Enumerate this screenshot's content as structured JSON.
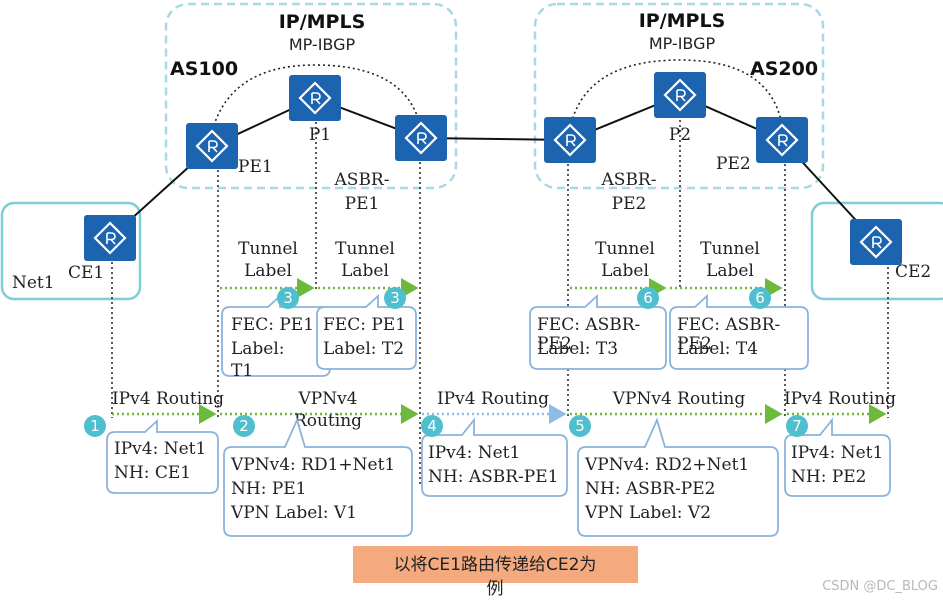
{
  "as_regions": [
    {
      "title": "IP/MPLS",
      "subtitle": "MP-IBGP",
      "as_label": "AS100"
    },
    {
      "title": "IP/MPLS",
      "subtitle": "MP-IBGP",
      "as_label": "AS200"
    }
  ],
  "routers": {
    "ce1": "CE1",
    "pe1": "PE1",
    "p1": "P1",
    "asbr_pe1": [
      "ASBR-",
      "PE1"
    ],
    "asbr_pe2": [
      "ASBR-",
      "PE2"
    ],
    "p2": "P2",
    "pe2": "PE2",
    "ce2": "CE2"
  },
  "net1": "Net1",
  "tunnel_labels": [
    [
      "Tunnel",
      "Label"
    ],
    [
      "Tunnel",
      "Label"
    ],
    [
      "Tunnel",
      "Label"
    ],
    [
      "Tunnel",
      "Label"
    ]
  ],
  "routing_labels": {
    "r1": "IPv4 Routing",
    "r2": [
      "VPNv4",
      "Routing"
    ],
    "r3": "IPv4 Routing",
    "r4": "VPNv4 Routing",
    "r5": "IPv4 Routing"
  },
  "steps": [
    "1",
    "2",
    "3",
    "3",
    "4",
    "5",
    "6",
    "6",
    "7"
  ],
  "callouts": {
    "fec_pe1_a": [
      "FEC: PE1",
      "Label:",
      "T1"
    ],
    "fec_pe1_b": [
      "FEC: PE1",
      "Label: T2"
    ],
    "fec_asbr_a": [
      "FEC: ASBR-",
      "PE2",
      "Label: T3"
    ],
    "fec_asbr_b": [
      "FEC: ASBR-",
      "PE2",
      "Label: T4"
    ],
    "ipv4_ce1": [
      "IPv4: Net1",
      "NH: CE1"
    ],
    "vpnv4_pe1": [
      "VPNv4: RD1+Net1",
      "NH: PE1",
      "VPN Label: V1"
    ],
    "ipv4_asbr": [
      "IPv4: Net1",
      "NH: ASBR-PE1"
    ],
    "vpnv4_asbr": [
      "VPNv4: RD2+Net1",
      "NH: ASBR-PE2",
      "VPN Label: V2"
    ],
    "ipv4_pe2": [
      "IPv4: Net1",
      "NH: PE2"
    ]
  },
  "caption": [
    "以将CE1路由传递给CE2为",
    "例"
  ],
  "watermark": "CSDN @DC_BLOG",
  "colors": {
    "router": "#1c64b0",
    "region_dash": "#a6dbe3",
    "site_border": "#7ccdd6",
    "callout_border": "#8ab3dc",
    "arrow": "#6cb93c",
    "step": "#4fbfd0",
    "caption_bg": "#f4a97f"
  }
}
